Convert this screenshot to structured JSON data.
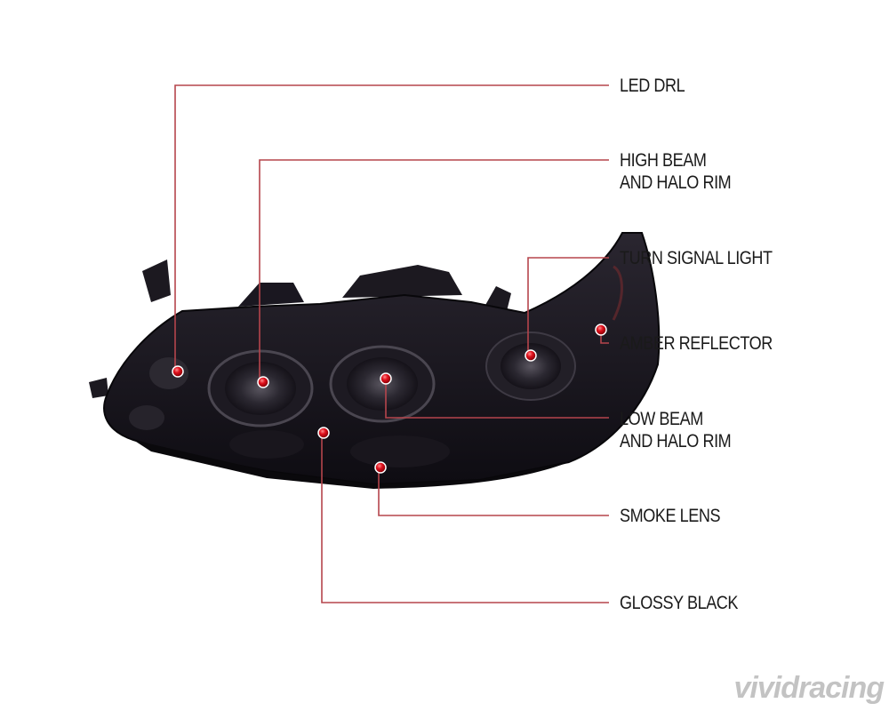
{
  "callouts": {
    "led_drl": {
      "line1": "LED DRL"
    },
    "high_beam": {
      "line1": "HIGH BEAM",
      "line2": "AND HALO RIM"
    },
    "turn_signal": {
      "line1": "TURN SIGNAL LIGHT"
    },
    "amber_reflector": {
      "line1": "AMBER REFLECTOR"
    },
    "low_beam": {
      "line1": "LOW BEAM",
      "line2": "AND HALO RIM"
    },
    "smoke_lens": {
      "line1": "SMOKE LENS"
    },
    "glossy_black": {
      "line1": "GLOSSY BLACK"
    }
  },
  "watermark": "vividracing",
  "colors": {
    "leader_line": "#b5454c",
    "marker": "#d8141f",
    "housing": "#16131c",
    "background": "#ffffff"
  }
}
